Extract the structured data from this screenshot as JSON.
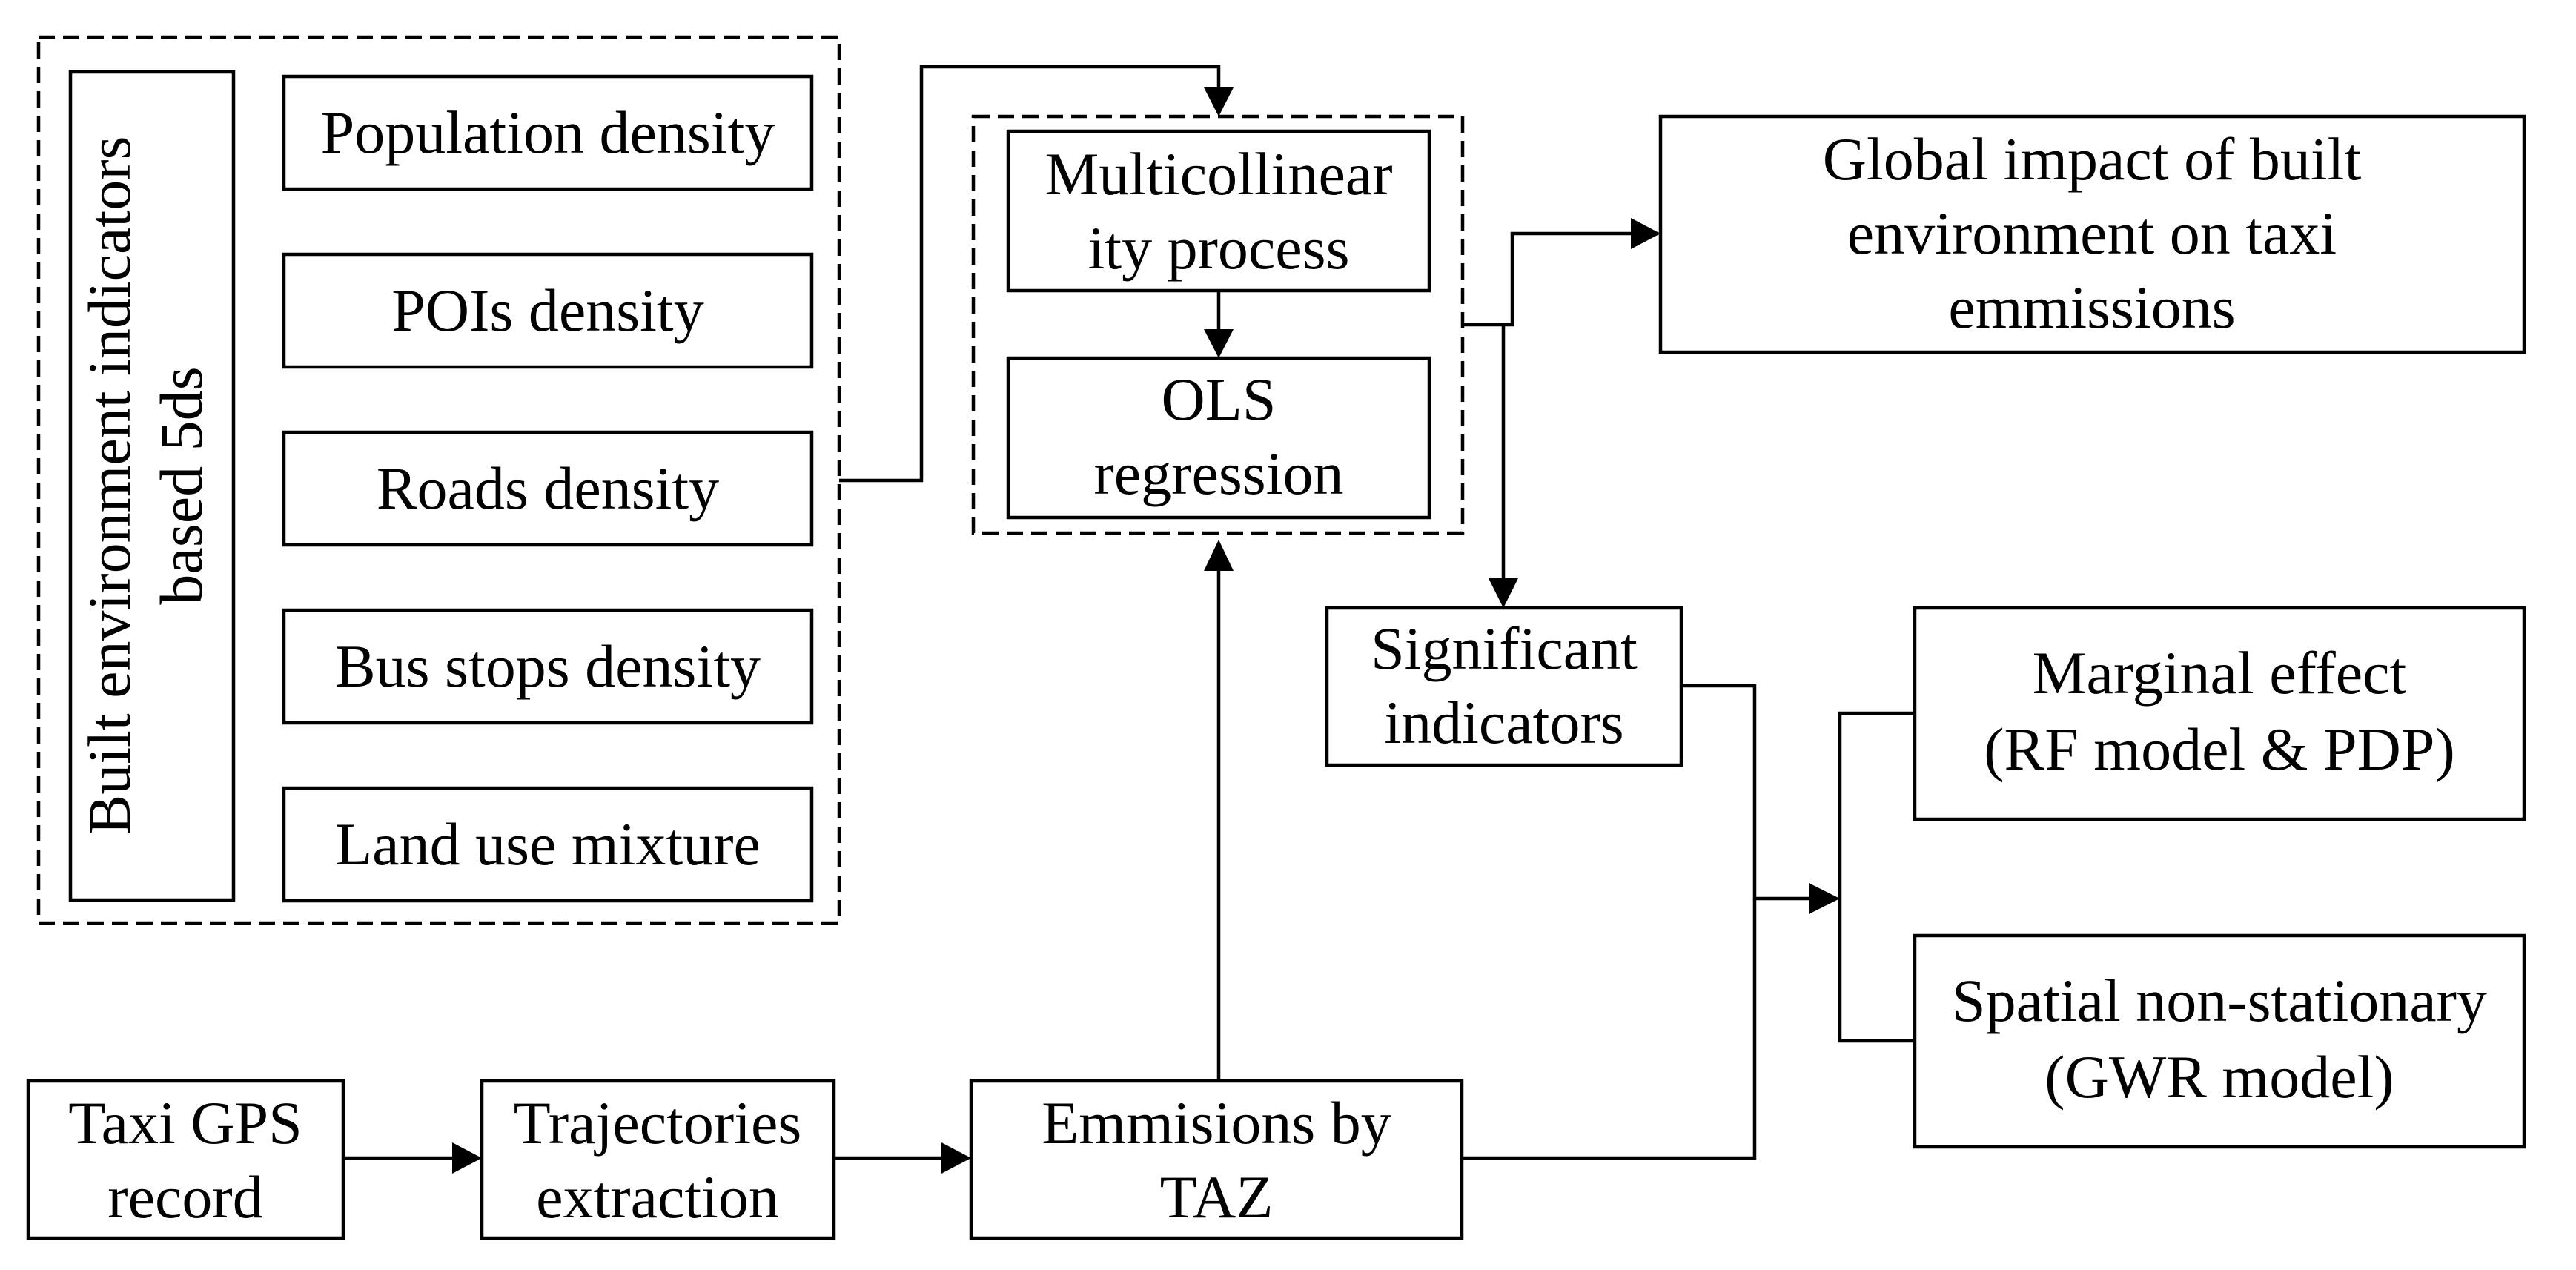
{
  "indicators_group": {
    "title_line1": "Built environment indicators",
    "title_line2": "based 5ds",
    "items": [
      "Population density",
      "POIs density",
      "Roads density",
      "Bus stops density",
      "Land use mixture"
    ]
  },
  "model_group": {
    "multicollinearity_line1": "Multicollinear",
    "multicollinearity_line2": "ity process",
    "ols_line1": "OLS",
    "ols_line2": "regression"
  },
  "global_impact": {
    "line1": "Global impact of built",
    "line2": "environment on taxi",
    "line3": "emmissions"
  },
  "significant": {
    "line1": "Significant",
    "line2": "indicators"
  },
  "marginal": {
    "line1": "Marginal effect",
    "line2": "(RF model & PDP)"
  },
  "spatial": {
    "line1": "Spatial non-stationary",
    "line2": "(GWR model)"
  },
  "pipeline": {
    "gps_line1": "Taxi GPS",
    "gps_line2": "record",
    "traj_line1": "Trajectories",
    "traj_line2": "extraction",
    "emis_line1": "Emmisions by",
    "emis_line2": "TAZ"
  }
}
